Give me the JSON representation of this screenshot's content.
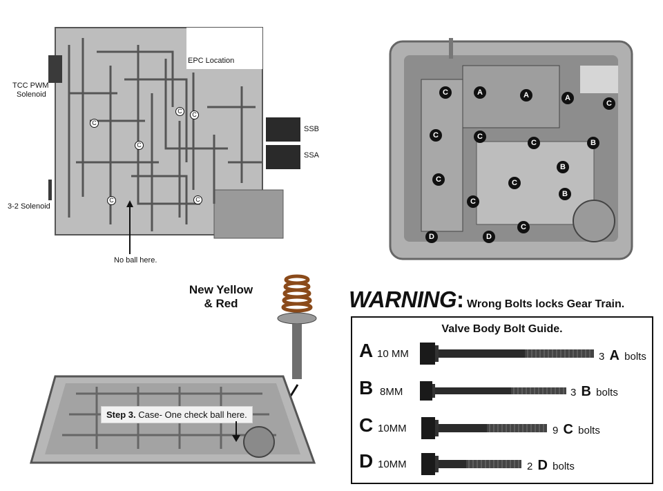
{
  "callouts": {
    "tcc_pwm_solenoid_line1": "TCC PWM",
    "tcc_pwm_solenoid_line2": "Solenoid",
    "epc_location": "EPC Location",
    "ssb": "SSB",
    "ssa": "SSA",
    "solenoid_3_2": "3-2 Solenoid",
    "no_ball_here": "No ball here."
  },
  "spring_caption": {
    "line1": "New Yellow",
    "line2": "& Red"
  },
  "warning": {
    "headline": "WARNING",
    "colon": ":",
    "message": "Wrong Bolts locks Gear Train."
  },
  "step3": {
    "step": "Step 3.",
    "text": "Case- One check ball here."
  },
  "bolt_guide": {
    "title": "Valve Body Bolt Guide.",
    "rows": [
      {
        "letter": "A",
        "size": "10 MM",
        "count": "3",
        "unit": "bolts"
      },
      {
        "letter": "B",
        "size": "8MM",
        "count": "3",
        "unit": "bolts"
      },
      {
        "letter": "C",
        "size": "10MM",
        "count": "9",
        "unit": "bolts"
      },
      {
        "letter": "D",
        "size": "10MM",
        "count": "2",
        "unit": "bolts"
      }
    ]
  },
  "photo_markers": [
    "A",
    "A",
    "A",
    "B",
    "B",
    "B",
    "C",
    "C",
    "C",
    "C",
    "C",
    "C",
    "C",
    "C",
    "C",
    "D",
    "D"
  ],
  "plate_markers": [
    "C",
    "C",
    "C",
    "C",
    "C",
    "C"
  ],
  "colors": {
    "metal_light": "#c9c9c9",
    "metal_dark": "#6e6e6e",
    "spring": "#a0622a",
    "text": "#111111"
  }
}
